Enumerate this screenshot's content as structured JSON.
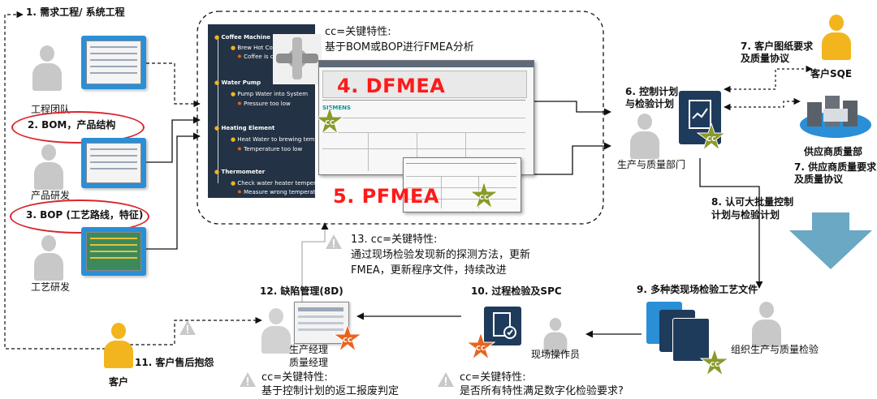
{
  "labels": {
    "step1": "1. 需求工程/ 系统工程",
    "team": "工程团队",
    "step2": "2. BOM，产品结构",
    "prod_dev": "产品研发",
    "step3": "3. BOP (工艺路线，特征)",
    "proc_dev": "工艺研发",
    "cc_note_top_1": "cc=关键特性:",
    "cc_note_top_2": "基于BOM或BOP进行FMEA分析",
    "dfmea": "4. DFMEA",
    "pfmea": "5. PFMEA",
    "step6_1": "6. 控制计划",
    "step6_2": "与检验计划",
    "prod_quality": "生产与质量部门",
    "step7a_1": "7. 客户图纸要求",
    "step7a_2": "及质量协议",
    "customer_sqe": "客户SQE",
    "supplier_quality": "供应商质量部",
    "step7b_1": "7. 供应商质量要求",
    "step7b_2": "及质量协议",
    "step8_1": "8. 认可大批量控制",
    "step8_2": "计划与检验计划",
    "step13_1": "13. cc=关键特性:",
    "step13_2": "通过现场检验发现新的探测方法，更新",
    "step13_3": "FMEA，更新程序文件，持续改进",
    "step12": "12. 缺陷管理(8D)",
    "step10": "10. 过程检验及SPC",
    "step9": "9. 多种类现场检验工艺文件",
    "org_inspect": "组织生产与质量检验",
    "prod_mgr": "生产经理",
    "quality_mgr": "质量经理",
    "field_operator": "现场操作员",
    "step11": "11. 客户售后抱怨",
    "customer": "客户",
    "cc_note_bl_1": "cc=关键特性:",
    "cc_note_bl_2": "基于控制计划的返工报废判定",
    "cc_note_bm_1": "cc=关键特性:",
    "cc_note_bm_2": "是否所有特性满足数字化检验要求?",
    "cc": "CC",
    "siemens": "SIEMENS"
  },
  "tree": {
    "items": [
      {
        "main": "Coffee Machine",
        "subs": [
          "Brew Hot Coffee",
          "Coffee is cold"
        ]
      },
      {
        "main": "Water Pump",
        "subs": [
          "Pump Water into System",
          "Pressure too low"
        ]
      },
      {
        "main": "Heating Element",
        "subs": [
          "Heat Water to brewing temperature",
          "Temperature too low"
        ]
      },
      {
        "main": "Thermometer",
        "subs": [
          "Check water heater temperature",
          "Measure wrong temperature"
        ]
      }
    ]
  },
  "colors": {
    "accent_red": "#ff1a1a",
    "ring_red": "#d9262b",
    "cc_star": "#8a9a2a",
    "cc_star_orange": "#e8641e",
    "panel_navy": "#233244",
    "card_blue": "#2a8fd6",
    "arrow_teal": "#6aa8c4"
  }
}
